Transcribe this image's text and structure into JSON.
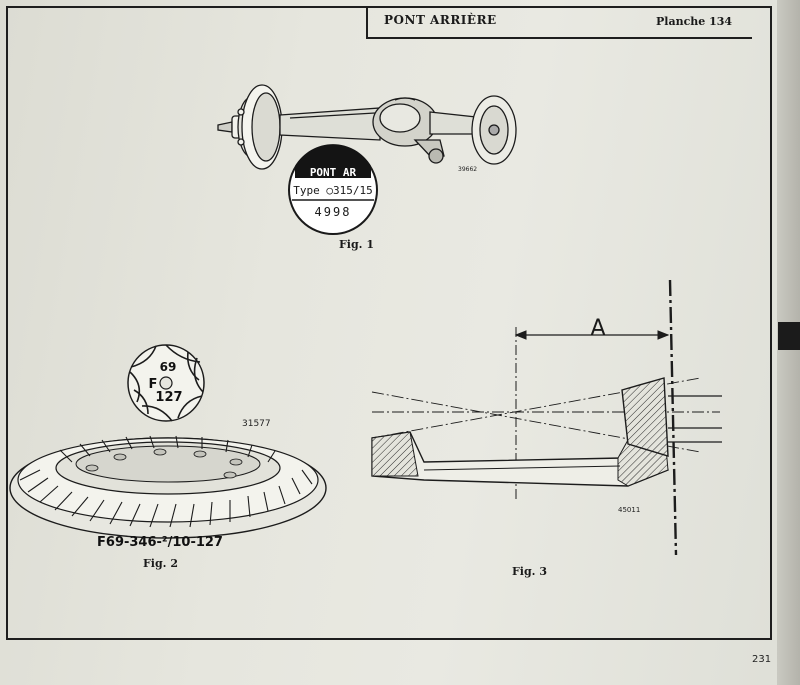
{
  "header": {
    "title": "PONT ARRIÈRE",
    "plate": "Planche 134"
  },
  "figures": {
    "fig1": {
      "caption": "Fig. 1",
      "ref_number": "39662",
      "plate_tag": {
        "line1": "PONT AR",
        "line2": "Type ○315/15",
        "line3": "4998"
      }
    },
    "fig2": {
      "caption": "Fig. 2",
      "ref_number": "31577",
      "pinion_marks": {
        "top": "69",
        "letter": "F",
        "bottom": "127"
      },
      "crown_marking": "F69-346-²/10-127"
    },
    "fig3": {
      "caption": "Fig. 3",
      "ref_number": "45011",
      "dimension_label": "A"
    }
  },
  "page_number": "231"
}
